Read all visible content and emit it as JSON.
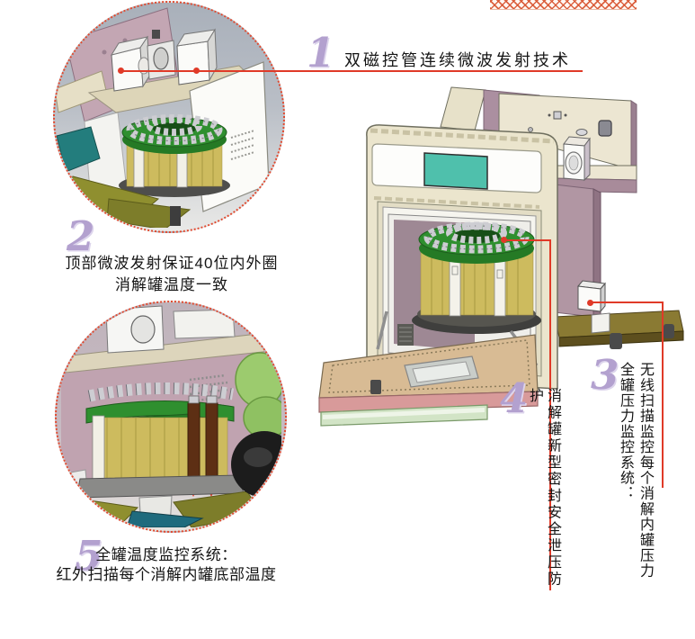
{
  "callouts": {
    "c1": {
      "num": "1",
      "label": "双磁控管连续微波发射技术"
    },
    "c2": {
      "num": "2",
      "line1": "顶部微波发射保证40位内外圈",
      "line2": "消解罐温度一致"
    },
    "c3": {
      "num": "3",
      "col_first": "无线扫描监控每个消解内罐压力",
      "col_second": "全罐压力监控系统："
    },
    "c4": {
      "num": "4",
      "label": "消解罐新型密封安全泄压防护"
    },
    "c5": {
      "num": "5",
      "line1": "全罐温度监控系统：",
      "line2": "红外扫描每个消解内罐底部温度"
    }
  },
  "colors": {
    "callout_red": "#e03a28",
    "number_lavender": "#b3a1cf",
    "screen_teal": "#4fc0ac",
    "rotor_green": "#2f8f2f",
    "vessel_yellow": "#cdbb5e",
    "panel_pink": "#c0a3b0",
    "frame_cream": "#ebe5cd",
    "base_olive": "#8a7a33",
    "detail_border_dotted": "#e04a30",
    "text_dark": "#151515"
  }
}
